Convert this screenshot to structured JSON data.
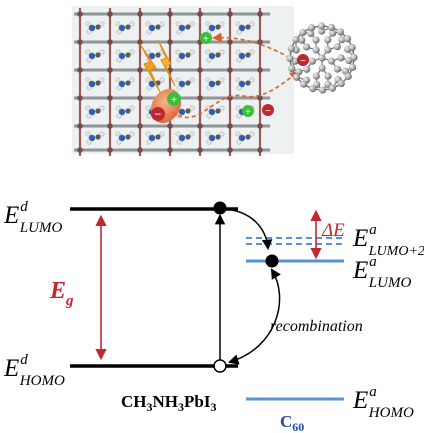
{
  "energy_diagram": {
    "donor_lumo": {
      "symbol": "E",
      "superscript": "d",
      "subscript": "LUMO"
    },
    "donor_homo": {
      "symbol": "E",
      "superscript": "d",
      "subscript": "HOMO"
    },
    "acceptor_lumo2": {
      "symbol": "E",
      "superscript": "a",
      "subscript": "LUMO+2"
    },
    "acceptor_lumo": {
      "symbol": "E",
      "superscript": "a",
      "subscript": "LUMO"
    },
    "acceptor_homo": {
      "symbol": "E",
      "superscript": "a",
      "subscript": "HOMO"
    },
    "band_gap": {
      "symbol": "E",
      "subscript": "g"
    },
    "delta_e": "ΔE",
    "recombination": "recombination",
    "donor_name": {
      "parts": [
        "CH",
        "3",
        "NH",
        "3",
        "PbI",
        "3"
      ]
    },
    "acceptor_name": {
      "symbol": "C",
      "subscript": "60"
    }
  },
  "illustration": {
    "electron_sign": "−",
    "hole_sign": "+"
  },
  "colors": {
    "band_line": "#000000",
    "accent_red": "#c0282d",
    "c60_blue": "#1f4e9c",
    "acceptor_level_blue": "#5b8fd6",
    "lattice_red": "#9a5a5a",
    "octahedra_gray": "#8f9699",
    "hole_green": "#3bbf3b",
    "exciton_orange": "#f0a020",
    "transfer_path": "#e06020"
  }
}
